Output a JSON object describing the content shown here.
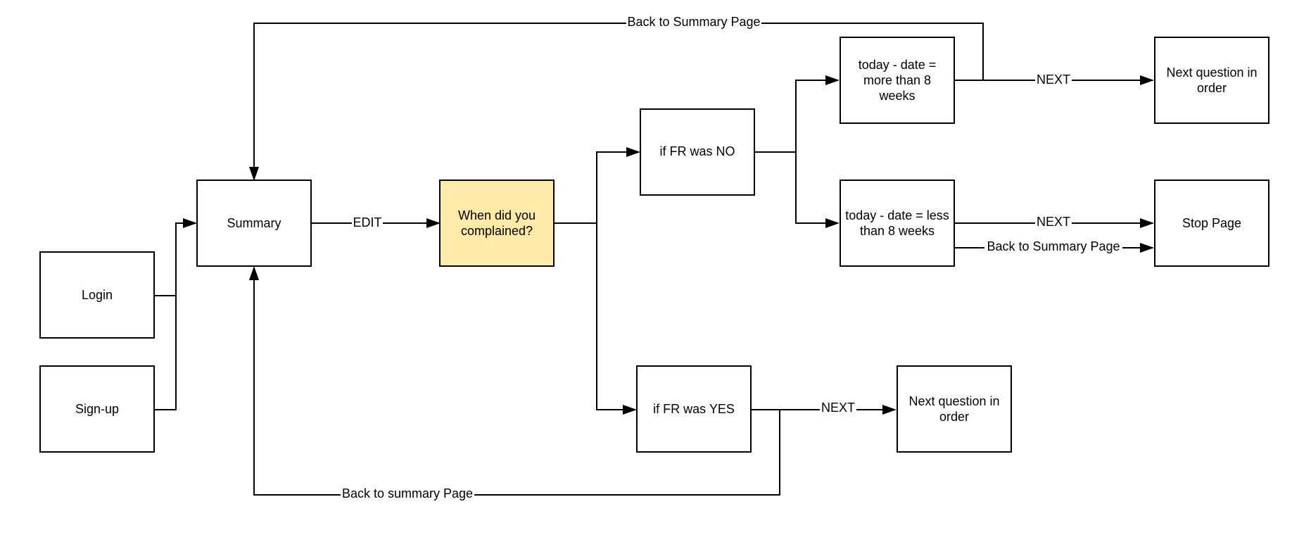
{
  "colors": {
    "stroke": "#000000",
    "box_fill": "#ffffff",
    "highlight_fill": "#ffeaa7",
    "text": "#000000"
  },
  "nodes": {
    "summary": [
      "Summary"
    ],
    "login": [
      "Login"
    ],
    "signup": [
      "Sign-up"
    ],
    "when_complained": [
      "When did you",
      "complained?"
    ],
    "fr_no": [
      "if FR was NO"
    ],
    "fr_yes": [
      "if FR was YES"
    ],
    "more_than_8": [
      "today - date =",
      "more than 8",
      "weeks"
    ],
    "less_than_8": [
      "today - date = less",
      "than 8 weeks"
    ],
    "next_question_top": [
      "Next question in",
      "order"
    ],
    "stop_page": [
      "Stop Page"
    ],
    "next_question_bottom": [
      "Next question in",
      "order"
    ]
  },
  "edges": {
    "back_top": "Back to Summary Page",
    "edit": "EDIT",
    "next_top": "NEXT",
    "next_middle": "NEXT",
    "back_middle": "Back to Summary Page",
    "next_bottom": "NEXT",
    "back_bottom": "Back to summary Page"
  }
}
